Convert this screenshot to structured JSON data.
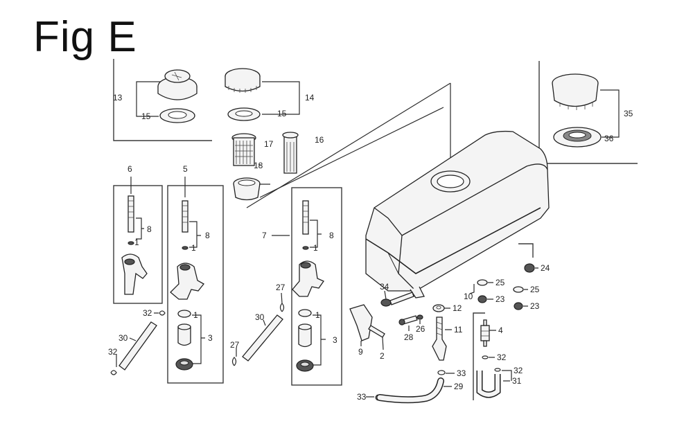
{
  "title": "Fig E",
  "callouts": {
    "c1a": "1",
    "c1b": "1",
    "c1c": "1",
    "c1d": "1",
    "c1e": "1",
    "c2": "2",
    "c3a": "3",
    "c3b": "3",
    "c4": "4",
    "c5": "5",
    "c6": "6",
    "c7": "7",
    "c8a": "8",
    "c8b": "8",
    "c8c": "8",
    "c9": "9",
    "c10": "10",
    "c11": "11",
    "c12": "12",
    "c13": "13",
    "c14": "14",
    "c15a": "15",
    "c15b": "15",
    "c16": "16",
    "c17": "17",
    "c18": "18",
    "c23a": "23",
    "c23b": "23",
    "c24": "24",
    "c25a": "25",
    "c25b": "25",
    "c26": "26",
    "c27a": "27",
    "c27b": "27",
    "c28": "28",
    "c29": "29",
    "c30a": "30",
    "c30b": "30",
    "c31": "31",
    "c32a": "32",
    "c32b": "32",
    "c32c": "32",
    "c32d": "32",
    "c33a": "33",
    "c33b": "33",
    "c34": "34",
    "c35": "35",
    "c36": "36"
  }
}
